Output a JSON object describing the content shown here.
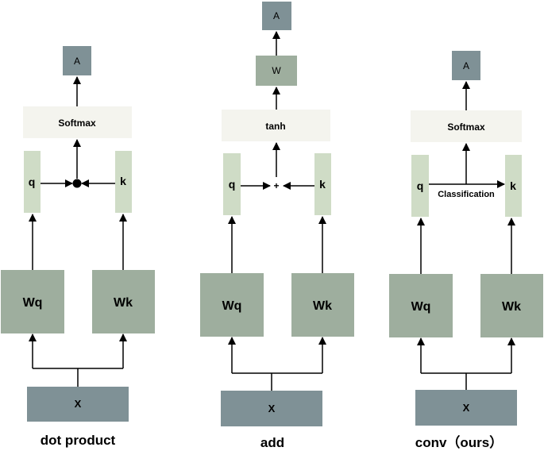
{
  "panels": [
    {
      "id": "dot",
      "caption": "dot product",
      "x_label": "X",
      "wq_label": "Wq",
      "wk_label": "Wk",
      "q_label": "q",
      "k_label": "k",
      "combine_label": "",
      "softmax_label": "Softmax",
      "a_label": "A"
    },
    {
      "id": "add",
      "caption": "add",
      "x_label": "X",
      "wq_label": "Wq",
      "wk_label": "Wk",
      "q_label": "q",
      "k_label": "k",
      "combine_label": "+",
      "softmax_label": "tanh",
      "w_label": "W",
      "a_label": "A"
    },
    {
      "id": "conv",
      "caption": "conv（ours）",
      "x_label": "X",
      "wq_label": "Wq",
      "wk_label": "Wk",
      "q_label": "q",
      "k_label": "k",
      "combine_label": "Classification",
      "softmax_label": "Softmax",
      "a_label": "A"
    }
  ],
  "colors": {
    "dark_slate": "#7f9196",
    "sage": "#9eae9e",
    "light_sage": "#cfdcc6",
    "pale": "#f4f4ee",
    "line": "#000000"
  }
}
